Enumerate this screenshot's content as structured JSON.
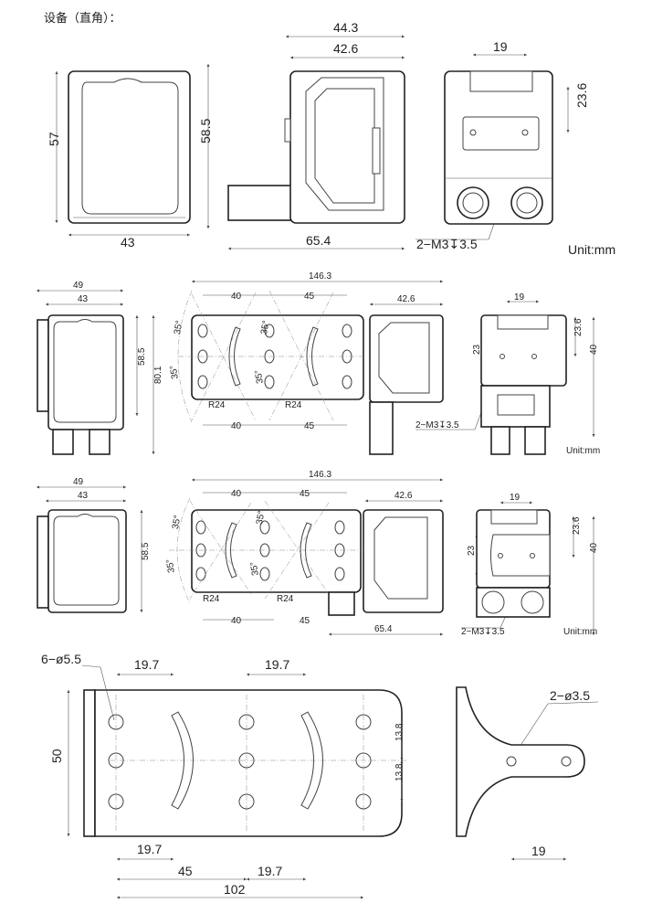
{
  "title": "设备（直角）：",
  "section1": {
    "labels": [
      "57",
      "58.5",
      "43",
      "44.3",
      "42.6",
      "65.4",
      "19",
      "23.6",
      "2−M3↧3.5",
      "Unit:mm"
    ]
  },
  "section2": {
    "labels": [
      "49",
      "43",
      "58.5",
      "80.1",
      "146.3",
      "40",
      "45",
      "42.6",
      "35°",
      "35°",
      "35°",
      "35°",
      "R24",
      "R24",
      "40",
      "45",
      "19",
      "23",
      "23.6",
      "40",
      "2−M3↧3.5",
      "Unit:mm"
    ]
  },
  "section3": {
    "labels": [
      "49",
      "43",
      "58.5",
      "146.3",
      "40",
      "45",
      "42.6",
      "35°",
      "35°",
      "35°",
      "35°",
      "R24",
      "R24",
      "40",
      "45",
      "65.4",
      "19",
      "23",
      "23.6",
      "40",
      "2−M3↧3.5",
      "Unit:mm"
    ]
  },
  "section4": {
    "labels": [
      "6−ø5.5",
      "19.7",
      "19.7",
      "50",
      "13.8",
      "13.8",
      "19.7",
      "45",
      "19.7",
      "102",
      "2−ø3.5",
      "19"
    ]
  }
}
